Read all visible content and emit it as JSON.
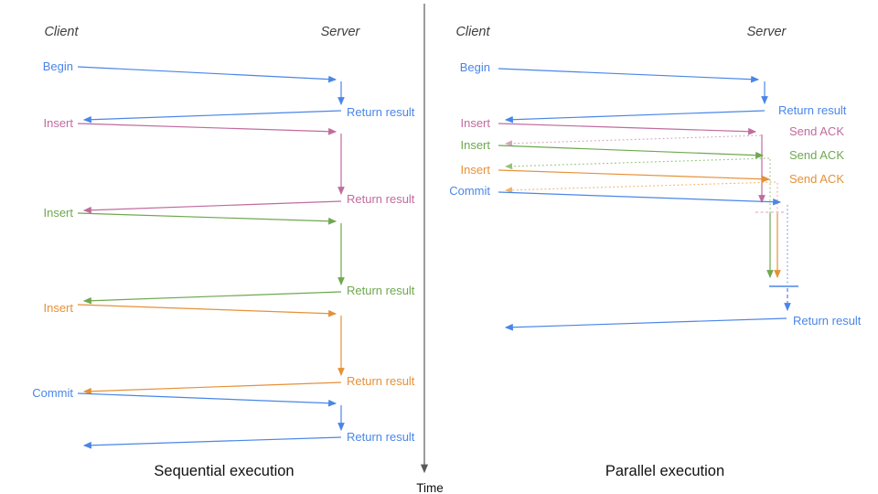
{
  "diagram": {
    "colors": {
      "blue": "#4a86e8",
      "blue_light": "#6d9eeb",
      "pink": "#c06c9e",
      "pink_light": "#d5a6bd",
      "green": "#6fa850",
      "green_light": "#93c47d",
      "orange": "#e69138",
      "orange_light": "#f3b26b",
      "axis": "#595959",
      "heading": "#3c4043",
      "caption": "#111111"
    },
    "time_axis": {
      "label": "Time"
    },
    "sequential": {
      "title": "Sequential execution",
      "client_heading": "Client",
      "server_heading": "Server",
      "operations": [
        {
          "label": "Begin",
          "response_label": "Return result"
        },
        {
          "label": "Insert",
          "response_label": "Return result"
        },
        {
          "label": "Insert",
          "response_label": "Return result"
        },
        {
          "label": "Insert",
          "response_label": "Return result"
        },
        {
          "label": "Commit",
          "response_label": "Return result"
        }
      ]
    },
    "parallel": {
      "title": "Parallel execution",
      "client_heading": "Client",
      "server_heading": "Server",
      "operations": [
        {
          "label": "Begin",
          "response_label": "Return result"
        },
        {
          "label": "Insert",
          "response_label": "Send ACK"
        },
        {
          "label": "Insert",
          "response_label": "Send ACK"
        },
        {
          "label": "Insert",
          "response_label": "Send ACK"
        },
        {
          "label": "Commit",
          "response_label": "Return result"
        }
      ]
    }
  }
}
